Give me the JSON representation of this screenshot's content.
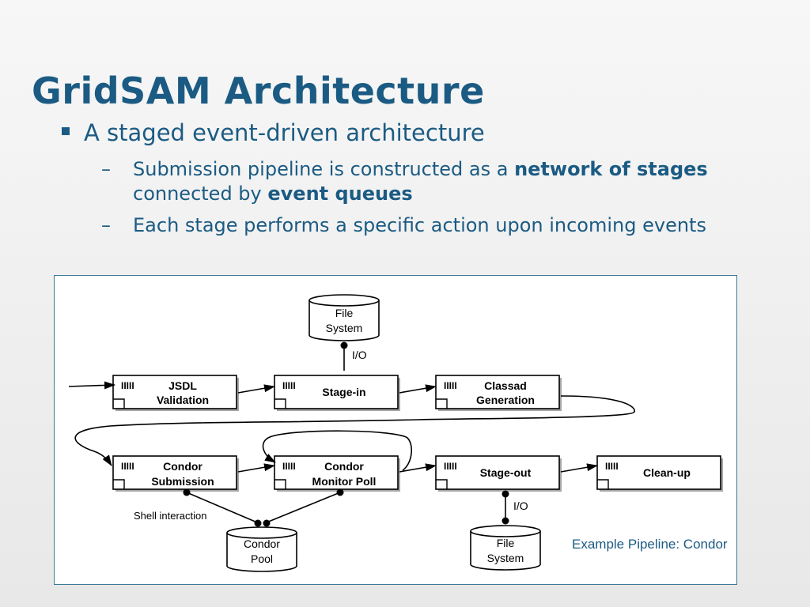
{
  "slide": {
    "title": "GridSAM Architecture",
    "bullet": "A staged event-driven architecture",
    "sub_bullets": [
      {
        "dash": "–",
        "part1": "Submission pipeline is constructed as a ",
        "bold1": "network of stages",
        "part2": " connected by ",
        "bold2": "event queues"
      },
      {
        "dash": "–",
        "text": "Each stage performs a specific action upon incoming events"
      }
    ]
  },
  "diagram": {
    "queue_marker": "IIIII",
    "stages": {
      "jsdl": [
        "JSDL",
        "Validation"
      ],
      "stage_in": [
        "Stage-in"
      ],
      "classad": [
        "Classad",
        "Generation"
      ],
      "condor_submission": [
        "Condor",
        "Submission"
      ],
      "condor_monitor": [
        "Condor",
        "Monitor Poll"
      ],
      "stage_out": [
        "Stage-out"
      ],
      "cleanup": [
        "Clean-up"
      ]
    },
    "resources": {
      "file_system_top": [
        "File",
        "System"
      ],
      "condor_pool": [
        "Condor",
        "Pool"
      ],
      "file_system_bottom": [
        "File",
        "System"
      ]
    },
    "labels": {
      "io_top": "I/O",
      "io_bottom": "I/O",
      "shell": "Shell interaction"
    },
    "caption": "Example Pipeline: Condor"
  },
  "colors": {
    "title": "#1b5b83",
    "frame": "#3c7a98",
    "diagram_stroke": "#000000"
  }
}
